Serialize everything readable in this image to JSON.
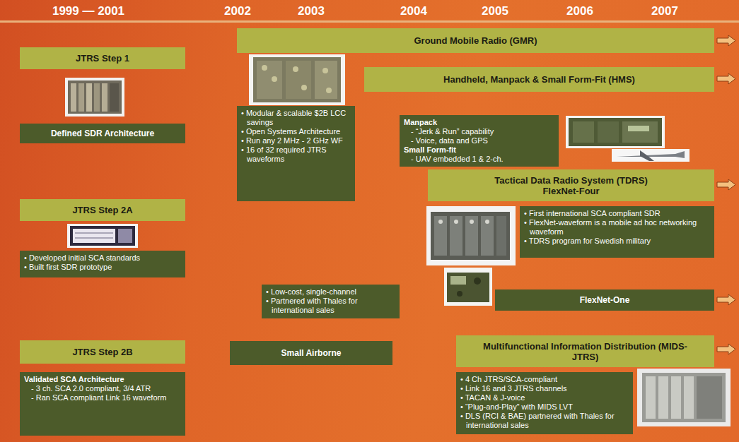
{
  "diagram": {
    "nodes": [
      {
        "text": [
          "Ground Mobile Radio (GMR)"
        ]
      },
      {
        "text": [
          "JTRS Step 1"
        ]
      },
      {
        "text": [
          "Defined SDR Architecture"
        ]
      },
      {
        "text": [
          "Handheld, Manpack & Small Form-Fit (HMS)"
        ]
      },
      {
        "text": [
          "• Modular & scalable $2B LCC savings",
          "• Open Systems Architecture",
          "• Run any 2 MHz - 2 GHz WF",
          "• 16 of 32 required JTRS waveforms"
        ]
      },
      {
        "text": [
          "Manpack",
          "- “Jerk & Run” capability",
          "- Voice, data and GPS",
          "Small Form-fit",
          "- UAV embedded 1 & 2-ch."
        ]
      },
      {
        "text": [
          "JTRS Step 2A"
        ]
      },
      {
        "text": [
          "Tactical Data Radio System (TDRS) FlexNet-Four"
        ]
      },
      {
        "text": [
          "• Developed initial SCA standards",
          "• Built first SDR prototype"
        ]
      },
      {
        "text": [
          "• First international SCA compliant SDR",
          "• FlexNet-waveform is a mobile ad hoc networking waveform",
          "• TDRS program for Swedish military"
        ]
      },
      {
        "text": [
          "• Low-cost, single-channel",
          "• Partnered with Thales for international sales"
        ]
      },
      {
        "text": [
          "FlexNet-One"
        ]
      },
      {
        "text": [
          "JTRS Step 2B"
        ]
      },
      {
        "text": [
          "Small Airborne"
        ]
      },
      {
        "text": [
          "Multifunctional Information Distribution (MIDS-JTRS)"
        ]
      },
      {
        "text": [
          "Validated SCA Architecture",
          "- 3 ch. SCA 2.0 compliant, 3/4 ATR",
          "- Ran SCA compliant Link 16 waveform"
        ]
      },
      {
        "text": [
          "• 4 Ch JTRS/SCA-compliant",
          "• Link 16 and 3 JTRS channels",
          "• TACAN & J-voice",
          "• “Plug-and-Play” with MIDS LVT",
          "• DLS (RCI & BAE) partnered with Thales for international sales"
        ]
      }
    ],
    "labels": [
      "1999 — 2001",
      "2002",
      "2003",
      "2004",
      "2005",
      "2006",
      "2007"
    ]
  }
}
